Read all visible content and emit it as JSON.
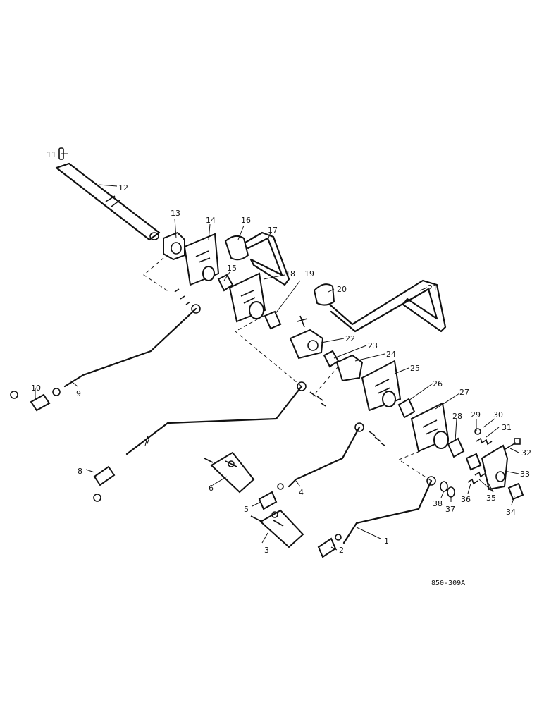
{
  "diagram": {
    "reference_code": "850-309A",
    "callouts": [
      "1",
      "2",
      "3",
      "4",
      "5",
      "6",
      "7",
      "8",
      "9",
      "10",
      "11",
      "12",
      "13",
      "14",
      "15",
      "16",
      "17",
      "18",
      "19",
      "20",
      "21",
      "22",
      "23",
      "24",
      "25",
      "26",
      "27",
      "28",
      "29",
      "30",
      "31",
      "32",
      "33",
      "34",
      "35",
      "36",
      "37",
      "38"
    ]
  }
}
